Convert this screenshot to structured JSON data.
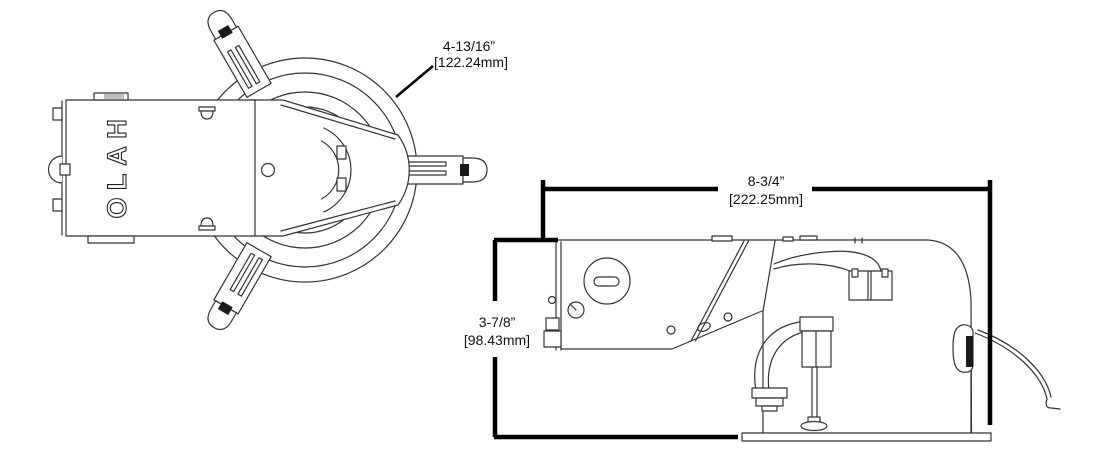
{
  "top_view": {
    "logo": "HALO",
    "aperture_dimension": {
      "inches": "4-13/16”",
      "mm": "[122.24mm]"
    }
  },
  "side_view": {
    "width_dimension": {
      "inches": "8-3/4”",
      "mm": "[222.25mm]"
    },
    "height_dimension": {
      "inches": "3-7/8”",
      "mm": "[98.43mm]"
    }
  },
  "colors": {
    "background": "#ffffff",
    "thin_line": "#333333",
    "dimension_line": "#000000",
    "text": "#111111"
  }
}
